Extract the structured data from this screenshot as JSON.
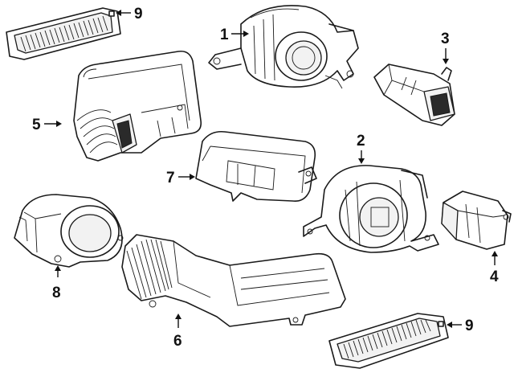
{
  "callouts": {
    "c1": "1",
    "c2": "2",
    "c3": "3",
    "c4": "4",
    "c5": "5",
    "c6": "6",
    "c7": "7",
    "c8": "8",
    "c9_top": "9",
    "c9_bottom": "9"
  }
}
